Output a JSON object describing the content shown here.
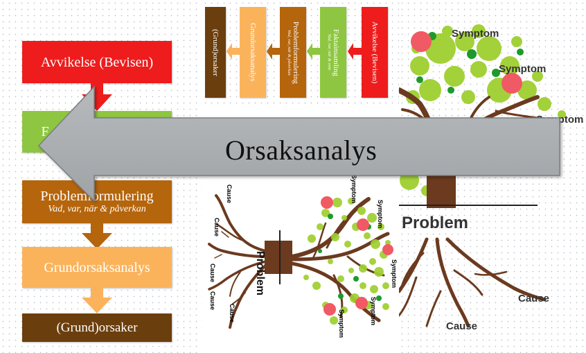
{
  "left_flow": {
    "step1": "Avvikelse (Bevisen)",
    "step2": "F",
    "step3_main": "Problemformulering",
    "step3_sub": "Vad, var, när & påverkan",
    "step4": "Grundorsaksanalys",
    "step5": "(Grund)orsaker"
  },
  "vertical_flow": {
    "v1": "Avvikelse (Bevisen)",
    "v2_main": "Faktainsamling",
    "v2_sub": "Vad, var, när & vem",
    "v3_main": "Problemformulering",
    "v3_sub": "Vad, var, när & påverkan",
    "v4": "Grundorsaksanalys",
    "v5": "(Grund)orsaker"
  },
  "center_tree": {
    "trunk_label": "Problem",
    "causes": [
      "Cause",
      "Cause",
      "Cause",
      "Cause",
      "Cause"
    ],
    "symptoms": [
      "Symptom",
      "Symptom",
      "Symptom",
      "Symptom",
      "Symptom"
    ]
  },
  "right_tree": {
    "symptom_1": "Symptom",
    "symptom_2": "Symptom",
    "symptom_3": "Symptom",
    "problem_label": "Problem",
    "cause_1": "Cause",
    "cause_2": "Cause"
  },
  "arrow_label": "Orsaksanalys",
  "colors": {
    "red": "#ee1c1c",
    "green": "#8ec641",
    "brown_orange": "#b5650c",
    "light_orange": "#fbb35b",
    "dark_brown": "#6b3e0d",
    "arrow_gray": "#a9acaf",
    "tree_brown": "#6b3a1f",
    "leaf_green": "#9fcf2f",
    "symptom_red": "#f05a64"
  }
}
